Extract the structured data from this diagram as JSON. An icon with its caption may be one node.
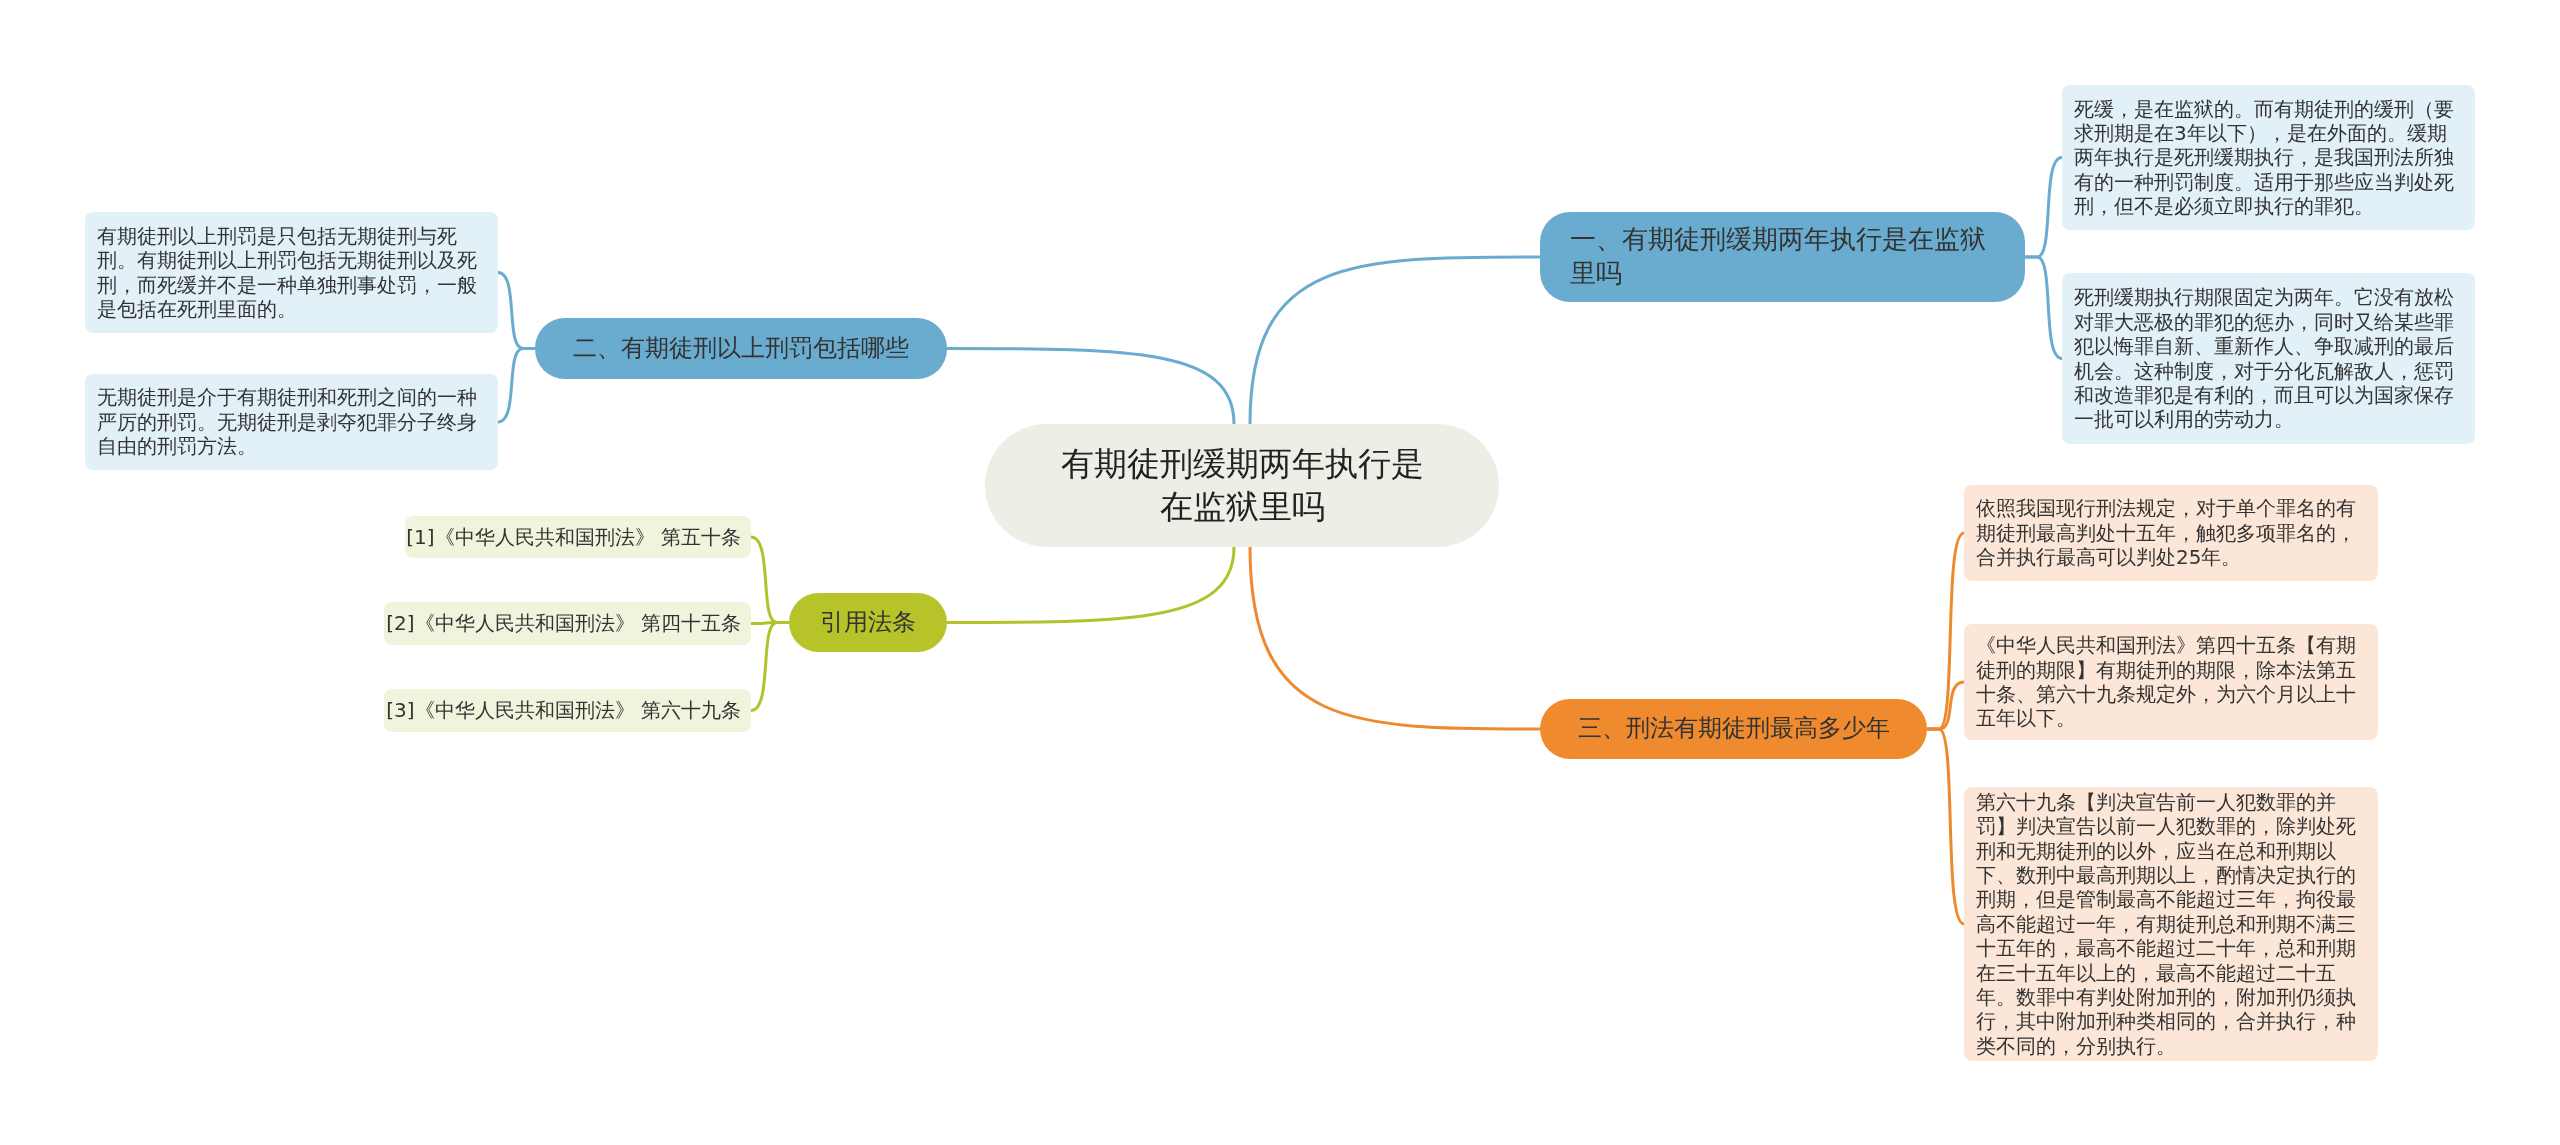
{
  "diagram": {
    "nodes": [
      {
        "text": [
          "有期徒刑缓期两年执行是在监狱里吗"
        ]
      },
      {
        "text": [
          "一、有期徒刑缓期两年执行是在监狱里吗"
        ]
      },
      {
        "text": [
          "死缓，是在监狱的。而有期徒刑的缓刑（要求刑期是在3年以下），是在外面的。缓期两年执行是死刑缓期执行，是我国刑法所独有的一种刑罚制度。适用于那些应当判处死刑，但不是必须立即执行的罪犯。"
        ]
      },
      {
        "text": [
          "死刑缓期执行期限固定为两年。它没有放松对罪大恶极的罪犯的惩办，同时又给某些罪犯以悔罪自新、重新作人、争取减刑的最后机会。这种制度，对于分化瓦解敌人，惩罚和改造罪犯是有利的，而且可以为国家保存一批可以利用的劳动力。"
        ]
      },
      {
        "text": [
          "二、有期徒刑以上刑罚包括哪些"
        ]
      },
      {
        "text": [
          "有期徒刑以上刑罚是只包括无期徒刑与死刑。有期徒刑以上刑罚包括无期徒刑以及死刑，而死缓并不是一种单独刑事处罚，一般是包括在死刑里面的。"
        ]
      },
      {
        "text": [
          "无期徒刑是介于有期徒刑和死刑之间的一种严厉的刑罚。无期徒刑是剥夺犯罪分子终身自由的刑罚方法。"
        ]
      },
      {
        "text": [
          "引用法条"
        ]
      },
      {
        "text": [
          "[1]《中华人民共和国刑法》 第五十条"
        ]
      },
      {
        "text": [
          "[2]《中华人民共和国刑法》 第四十五条"
        ]
      },
      {
        "text": [
          "[3]《中华人民共和国刑法》 第六十九条"
        ]
      },
      {
        "text": [
          "三、刑法有期徒刑最高多少年"
        ]
      },
      {
        "text": [
          "依照我国现行刑法规定，对于单个罪名的有期徒刑最高判处十五年，触犯多项罪名的，合并执行最高可以判处25年。"
        ]
      },
      {
        "text": [
          "《中华人民共和国刑法》第四十五条【有期徒刑的期限】有期徒刑的期限，除本法第五十条、第六十九条规定外，为六个月以上十五年以下。"
        ]
      },
      {
        "text": [
          "第六十九条【判决宣告前一人犯数罪的并罚】判决宣告以前一人犯数罪的，除判处死刑和无期徒刑的以外，应当在总和刑期以下、数刑中最高刑期以上，酌情决定执行的刑期，但是管制最高不能超过三年，拘役最高不能超过一年，有期徒刑总和刑期不满三十五年的，最高不能超过二十年，总和刑期在三十五年以上的，最高不能超过二十五年。数罪中有判处附加刑的，附加刑仍须执行，其中附加刑种类相同的，合并执行，种类不同的，分别执行。"
        ]
      }
    ],
    "edges": [
      {
        "from": 0,
        "to": 1,
        "arrow": "none"
      },
      {
        "from": 1,
        "to": 2,
        "arrow": "none"
      },
      {
        "from": 1,
        "to": 3,
        "arrow": "none"
      },
      {
        "from": 0,
        "to": 4,
        "arrow": "none"
      },
      {
        "from": 4,
        "to": 5,
        "arrow": "none"
      },
      {
        "from": 4,
        "to": 6,
        "arrow": "none"
      },
      {
        "from": 0,
        "to": 7,
        "arrow": "none",
        "color": "#b3c22a"
      },
      {
        "from": 7,
        "to": 8,
        "arrow": "none",
        "color": "#b3c22a"
      },
      {
        "from": 7,
        "to": 9,
        "arrow": "none",
        "color": "#b3c22a"
      },
      {
        "from": 7,
        "to": 10,
        "arrow": "none",
        "color": "#b3c22a"
      },
      {
        "from": 0,
        "to": 11,
        "arrow": "none",
        "color": "#ee8a2e"
      },
      {
        "from": 11,
        "to": 12,
        "arrow": "none",
        "color": "#ee8a2e"
      },
      {
        "from": 11,
        "to": 13,
        "arrow": "none",
        "color": "#ee8a2e"
      },
      {
        "from": 11,
        "to": 14,
        "arrow": "none",
        "color": "#ee8a2e"
      }
    ]
  }
}
